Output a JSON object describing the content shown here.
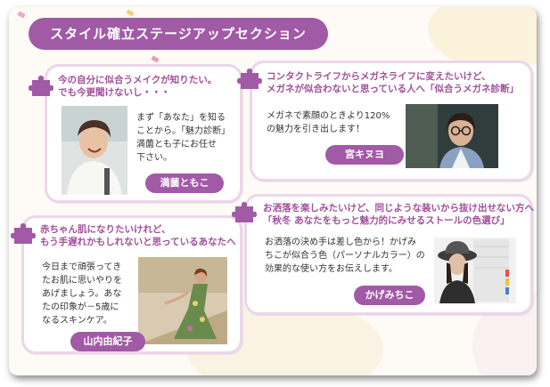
{
  "section_title": "スタイル確立ステージアップセクション",
  "cards": [
    {
      "heading_line1": "今の自分に似合うメイクが知りたい。",
      "heading_line2": "でも今更聞けないし・・・",
      "body_line1": "まず「あなた」を知る",
      "body_line2": "ことから。「魅力診断」",
      "body_line3": "満薗とも子にお任せ",
      "body_line4": "下さい。",
      "name": "満薗ともこ",
      "photo_icon": "smiling-woman-photo"
    },
    {
      "heading_line1": "コンタクトライフからメガネライフに変えたいけど、",
      "heading_line2": "メガネが似合わないと思っている人へ「似合うメガネ診断」",
      "body_line1": "メガネで素顔のときより120%",
      "body_line2": "の魅力を引き出します！",
      "name": "宮キヌヨ",
      "photo_icon": "woman-with-glasses-photo"
    },
    {
      "heading_line1": "赤ちゃん肌になりたいけれど、",
      "heading_line2": "もう手遅れかもしれないと思っているあなたへ",
      "body_line1": "今日まで頑張ってき",
      "body_line2": "たお肌に思いやりを",
      "body_line3": "あげましょう。あな",
      "body_line4": "たの印象が－5歳に",
      "body_line5": "なるスキンケア。",
      "name": "山内由紀子",
      "photo_icon": "woman-in-dress-photo"
    },
    {
      "heading_line1": "お洒落を楽しみたいけど、同じような装いから抜け出せない方へ",
      "heading_line2": "「秋冬 あなたをもっと魅力的にみせるストールの色選び」",
      "body_line1": "お洒落の決め手は差し色から！かげみ",
      "body_line2": "ちこが似合う色（パーソナルカラー）の",
      "body_line3": "効果的な使い方をお伝えします。",
      "name": "かげみちこ",
      "photo_icon": "woman-in-hat-photo"
    }
  ],
  "colors": {
    "accent": "#a15aa6",
    "heading": "#a24f9a",
    "card_border": "#ecd6e9",
    "background": "#fefbf6"
  }
}
